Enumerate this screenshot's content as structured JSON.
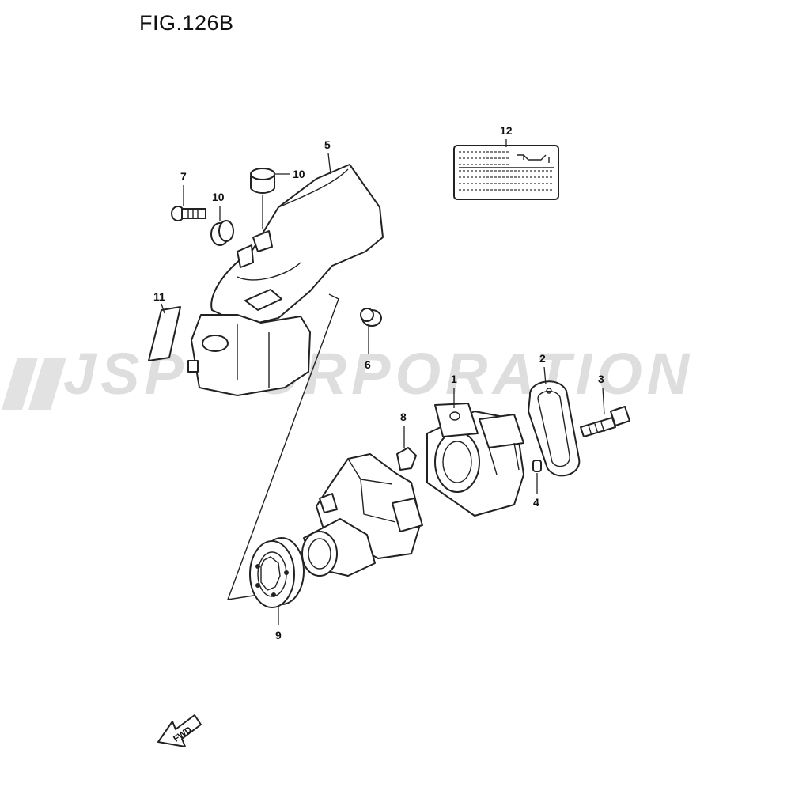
{
  "figure": {
    "title": "FIG.126B"
  },
  "watermark": {
    "text": "JSP CORPORATION",
    "color": "#d9d9d9"
  },
  "fwd_arrow": {
    "label": "FWD"
  },
  "callouts": [
    {
      "id": "1",
      "part": "throttle-body"
    },
    {
      "id": "2",
      "part": "gasket"
    },
    {
      "id": "3",
      "part": "bolt"
    },
    {
      "id": "4",
      "part": "pin"
    },
    {
      "id": "5",
      "part": "intake-case"
    },
    {
      "id": "6",
      "part": "grommet"
    },
    {
      "id": "7",
      "part": "screw"
    },
    {
      "id": "8",
      "part": "cushion"
    },
    {
      "id": "9",
      "part": "pulley"
    },
    {
      "id": "10a",
      "label": "10",
      "part": "grommet-top"
    },
    {
      "id": "10b",
      "label": "10",
      "part": "grommet-side"
    },
    {
      "id": "11",
      "part": "label"
    },
    {
      "id": "12",
      "part": "caution-label"
    }
  ]
}
